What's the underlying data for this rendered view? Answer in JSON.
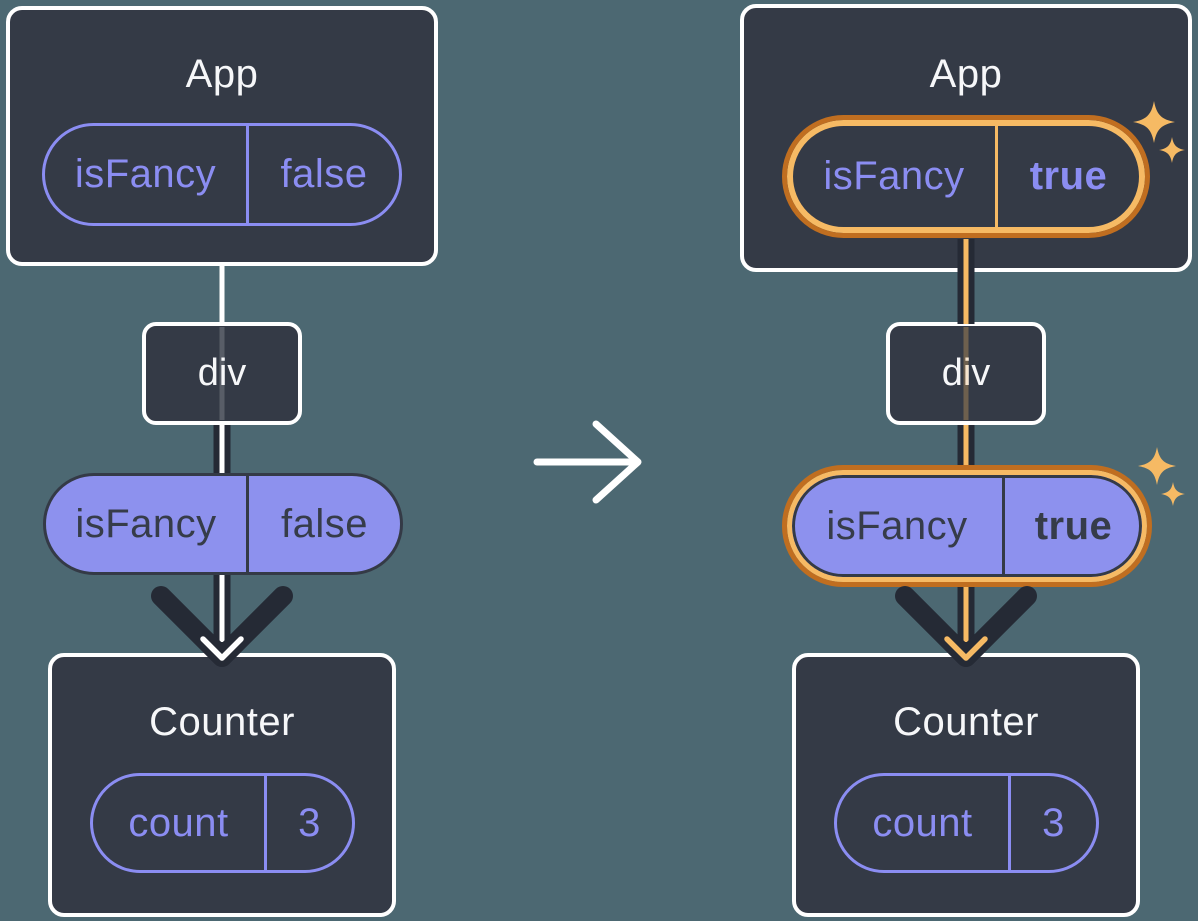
{
  "colors": {
    "background": "#4C6872",
    "card_fill": "#343A46",
    "card_border": "#FFFFFF",
    "purple_accent": "#8B8DF2",
    "purple_pill_fill": "#8D91EE",
    "dark_flow_line": "#252A35",
    "white_flow_line": "#FFFFFF",
    "highlight_orange": "#F6BA64",
    "highlight_orange_dark": "#C06E20"
  },
  "transition": {
    "icon": "arrow-right"
  },
  "trees": {
    "before": {
      "app": {
        "title": "App",
        "prop": {
          "name": "isFancy",
          "value": "false"
        }
      },
      "div_node": {
        "label": "div"
      },
      "passed_prop": {
        "name": "isFancy",
        "value": "false"
      },
      "counter": {
        "title": "Counter",
        "state": {
          "name": "count",
          "value": "3"
        }
      }
    },
    "after": {
      "app": {
        "title": "App",
        "prop": {
          "name": "isFancy",
          "value": "true"
        }
      },
      "div_node": {
        "label": "div"
      },
      "passed_prop": {
        "name": "isFancy",
        "value": "true"
      },
      "counter": {
        "title": "Counter",
        "state": {
          "name": "count",
          "value": "3"
        }
      }
    }
  }
}
